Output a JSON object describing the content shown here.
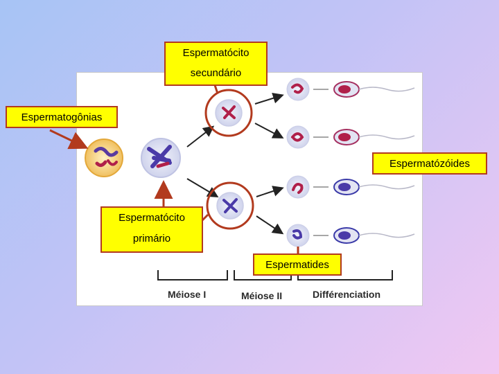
{
  "labels": {
    "spermatocyte_secondary": [
      "Espermatócito",
      "secundário"
    ],
    "spermatogonia": "Espermatogônias",
    "spermatozoa": "Espermatózóides",
    "spermatocyte_primary": [
      "Espermatócito",
      "primário"
    ],
    "spermatids": "Espermatides"
  },
  "stages": {
    "meiosis_1": "Méiose I",
    "meiosis_2": "Méiose II",
    "differentiation": "Différenciation"
  },
  "colors": {
    "label_fill": "#ffff00",
    "label_border": "#b23a1e",
    "highlight_ring": "#b23a1e",
    "chromosome": "#4a3aa8",
    "chromosome_red": "#b0204a",
    "cell_fill": "#dfe2f3"
  }
}
